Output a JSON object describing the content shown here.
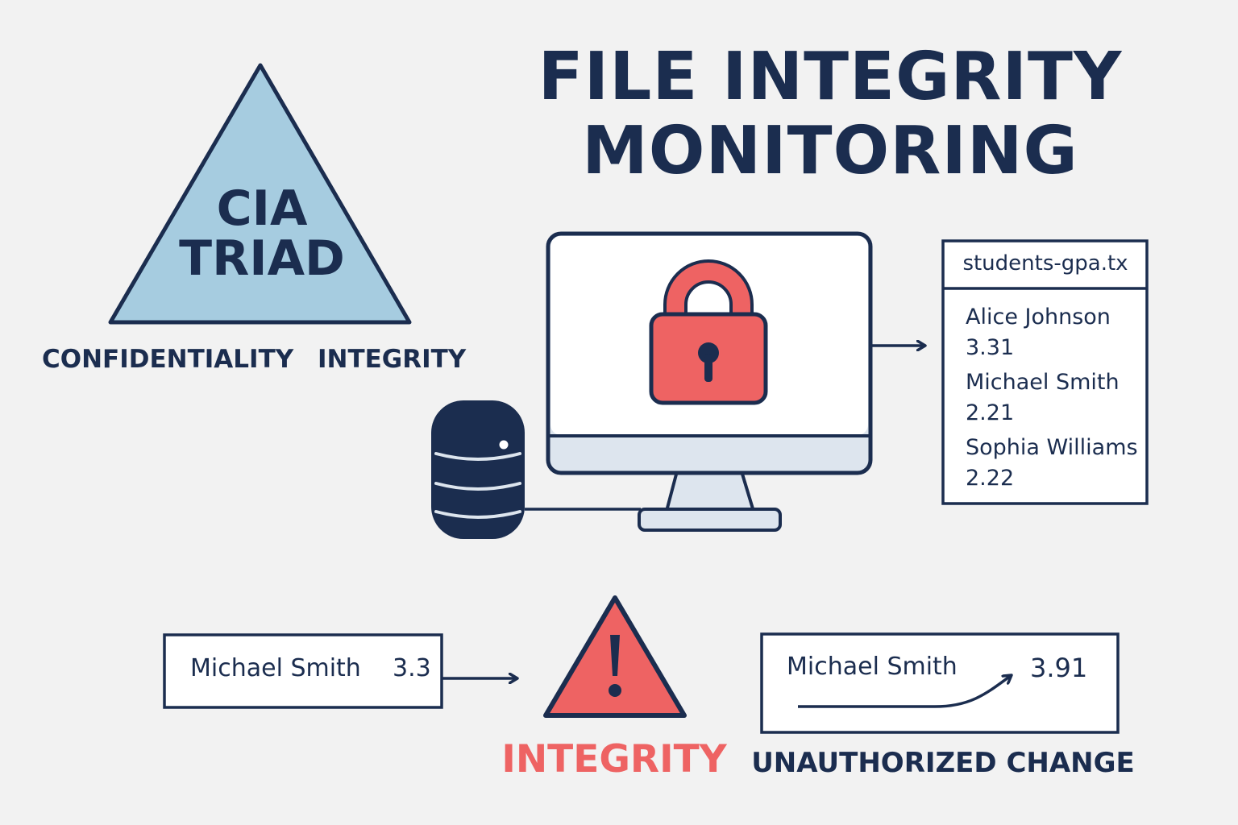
{
  "title": {
    "line1": "FILE INTEGRITY",
    "line2": "MONITORING"
  },
  "triad": {
    "line1": "CIA",
    "line2": "TRIAD",
    "labels": [
      "CONFIDENTIALITY",
      "INTEGRITY"
    ]
  },
  "file": {
    "name": "students-gpa.tx",
    "records": [
      {
        "name": "Alice Johnson",
        "gpa": "3.31"
      },
      {
        "name": "Michael Smith",
        "gpa": "2.21"
      },
      {
        "name": "Sophia Williams",
        "gpa": "2.22"
      }
    ]
  },
  "change": {
    "before": {
      "name": "Michael Smith",
      "gpa": "3.3"
    },
    "after": {
      "name": "Michael Smith",
      "gpa": "3.91"
    },
    "alert_label": "INTEGRITY",
    "change_label": "UNAUTHORIZED CHANGE"
  },
  "icons": [
    "lock-icon",
    "database-icon",
    "warning-icon",
    "monitor-icon"
  ],
  "colors": {
    "navy": "#1b2d4f",
    "triangle_fill": "#a6cce0",
    "alert_red": "#ee6363",
    "screen_bezel": "#dde5ee",
    "background": "#f2f2f2"
  }
}
